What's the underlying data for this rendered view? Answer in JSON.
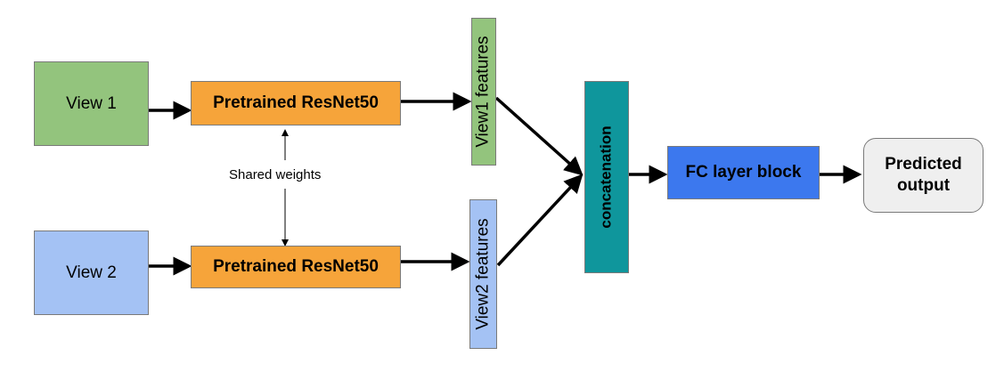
{
  "nodes": {
    "view1": {
      "label": "View 1",
      "color": "#93c47d"
    },
    "view2": {
      "label": "View 2",
      "color": "#a4c2f4"
    },
    "resnet_top": {
      "label": "Pretrained ResNet50",
      "color": "#f6a43a"
    },
    "resnet_bottom": {
      "label": "Pretrained ResNet50",
      "color": "#f6a43a"
    },
    "view1_features": {
      "label": "View1 features",
      "color": "#93c47d"
    },
    "view2_features": {
      "label": "View2  features",
      "color": "#a4c2f4"
    },
    "concatenation": {
      "label": "concatenation",
      "color": "#0f969c"
    },
    "fc_block": {
      "label": "FC layer block",
      "color": "#3c78ee"
    },
    "predicted_output": {
      "line1": "Predicted",
      "line2": "output",
      "color": "#efefef"
    }
  },
  "shared_weights_label": "Shared weights"
}
